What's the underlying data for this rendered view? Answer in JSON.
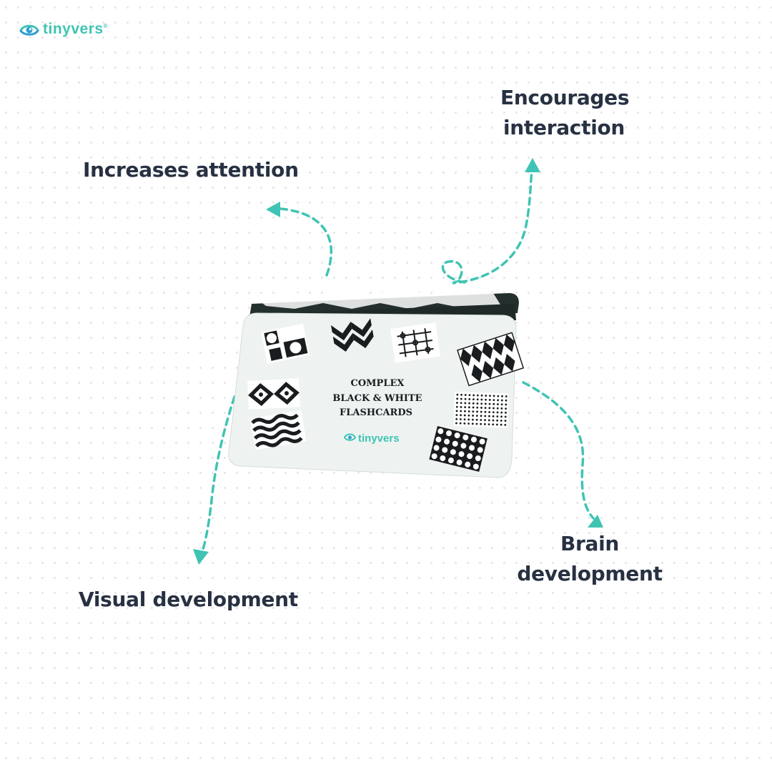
{
  "brand": {
    "logo_text": "tinyvers",
    "registered_mark": "®",
    "logo_icon": "eye-swirl-logo-icon"
  },
  "colors": {
    "accent_teal": "#3fc4b3",
    "text_navy": "#273142",
    "card_background": "#eef3f2",
    "pattern_black": "#1a1d1f",
    "back_card": "#24302e"
  },
  "benefits": [
    {
      "id": "attention",
      "text": "Increases attention"
    },
    {
      "id": "interaction",
      "lines": [
        "Encourages",
        "interaction"
      ]
    },
    {
      "id": "visual",
      "text": "Visual development"
    },
    {
      "id": "brain",
      "lines": [
        "Brain",
        "development"
      ]
    }
  ],
  "product": {
    "title_lines": [
      "COMPLEX",
      "BLACK & WHITE",
      "FLASHCARDS"
    ],
    "card_brand": "tinyvers"
  }
}
